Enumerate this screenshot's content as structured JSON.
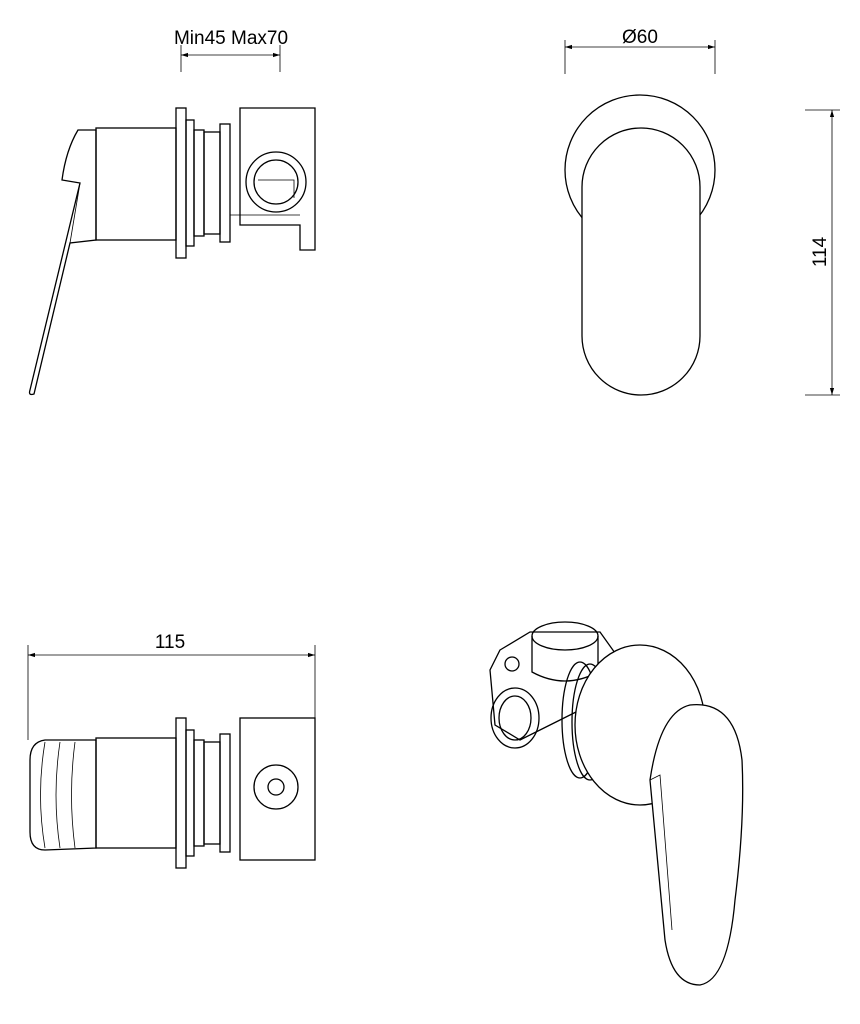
{
  "dimensions": {
    "wall_depth": "Min45 Max70",
    "plate_diameter": "Ø60",
    "height": "114",
    "length": "115"
  },
  "colors": {
    "line": "#000000",
    "background": "#ffffff"
  }
}
